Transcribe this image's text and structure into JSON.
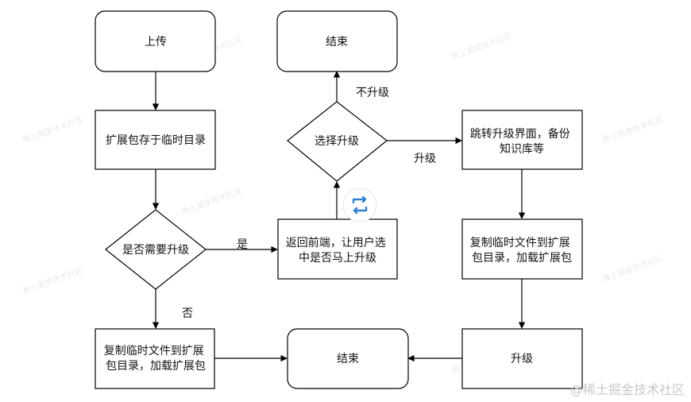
{
  "nodes": {
    "upload": "上传",
    "store_temp": "扩展包存于临时目录",
    "need_upgrade": "是否需要升级",
    "copy_load_left": [
      "复制临时文件到扩展",
      "包目录，加载扩展包"
    ],
    "end_bottom": "结束",
    "return_frontend": [
      "返回前端，让用户选",
      "中是否马上升级"
    ],
    "choose_upgrade": "选择升级",
    "end_top": "结束",
    "jump_backup": [
      "跳转升级界面，备份",
      "知识库等"
    ],
    "copy_load_right": [
      "复制临时文件到扩展",
      "包目录，加载扩展包"
    ],
    "upgrade": "升级"
  },
  "edges": {
    "yes": "是",
    "no": "否",
    "no_upgrade": "不升级",
    "upgrade": "升级"
  },
  "icons": {
    "swap": "swap-icon"
  },
  "colors": {
    "stroke": "#000000",
    "swap_icon": "#2f7fd6"
  },
  "watermark": "@稀土掘金技术社区"
}
